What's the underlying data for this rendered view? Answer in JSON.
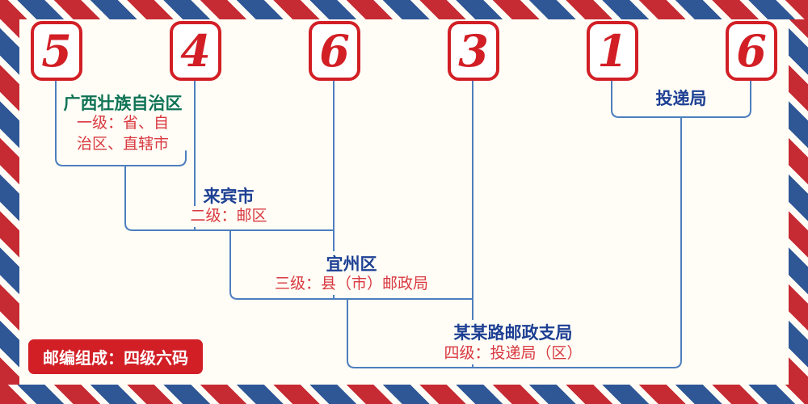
{
  "digits": [
    "5",
    "4",
    "6",
    "3",
    "1",
    "6"
  ],
  "levels": [
    {
      "name": "广西壮族自治区",
      "desc": "一级：省、自\n治区、直辖市"
    },
    {
      "name": "来宾市",
      "desc": "二级：邮区"
    },
    {
      "name": "宜州区",
      "desc": "三级：县（市）邮政局"
    },
    {
      "name": "某某路邮政支局",
      "desc": "四级：投递局（区）"
    },
    {
      "name": "投递局",
      "desc": ""
    }
  ],
  "badge": {
    "label": "邮编组成：四级六码"
  },
  "colors": {
    "digit_red": "#d21f26",
    "line_blue": "#4d7fbe",
    "province_green": "#0e7355",
    "name_navy": "#1d3f94",
    "desc_red": "#d9383f",
    "stripe_red": "#c62b33",
    "stripe_blue": "#2f5796",
    "background": "#fffdf6"
  }
}
